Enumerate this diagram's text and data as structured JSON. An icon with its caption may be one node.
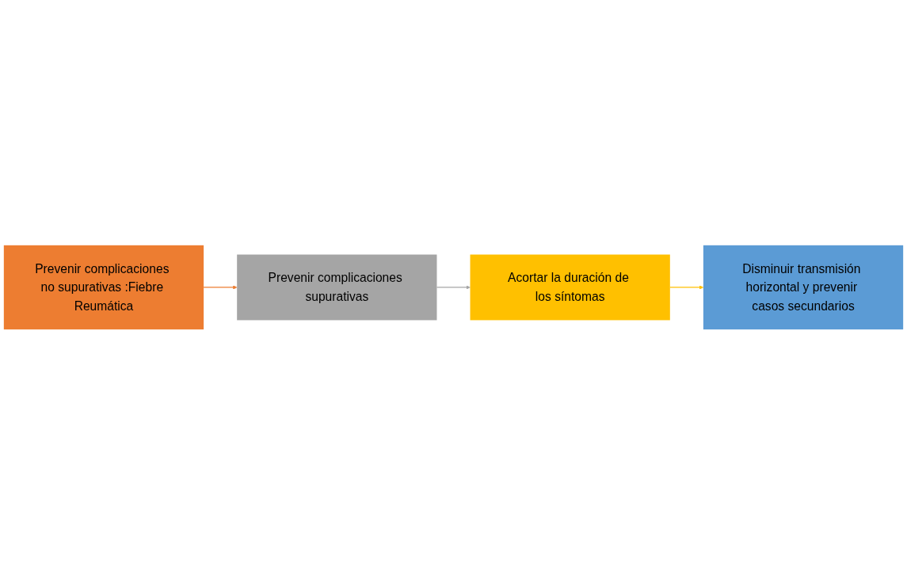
{
  "diagram": {
    "nodes": [
      {
        "text": [
          "Prevenir complicaciones no supurativas :Fiebre Reumática"
        ]
      },
      {
        "text": [
          "Prevenir complicaciones supurativas"
        ]
      },
      {
        "text": [
          "Acortar la duración de los síntomas"
        ]
      },
      {
        "text": [
          "Disminuir transmisión horizontal y prevenir casos secundarios"
        ]
      }
    ],
    "edges": [
      {
        "from": 0,
        "to": 1,
        "arrow": "to",
        "color": "#ed7d31"
      },
      {
        "from": 1,
        "to": 2,
        "arrow": "to",
        "color": "#a5a5a5"
      },
      {
        "from": 2,
        "to": 3,
        "arrow": "to",
        "color": "#ffc000"
      }
    ]
  }
}
